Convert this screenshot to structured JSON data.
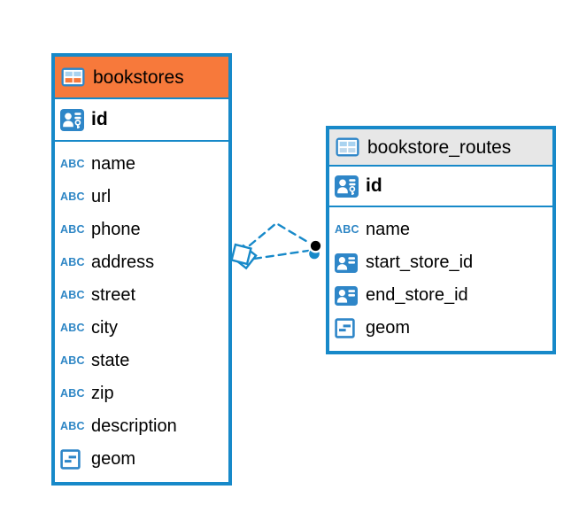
{
  "app": {
    "type": "er-diagram"
  },
  "colors": {
    "table_border": "#1789C9",
    "header_bookstores": "#F7793B",
    "header_routes": "#E7E7E7",
    "icon_blue": "#2E86C8",
    "icon_light_blue": "#A9D3F0",
    "connector": "#1789C9",
    "marker_dot": "#000000",
    "background": "#FFFFFF",
    "text": "#000000"
  },
  "icons": {
    "text_type_label": "ABC"
  },
  "tables": [
    {
      "title": "bookstores",
      "header_color": "#F7793B",
      "primary_key": {
        "name": "id"
      },
      "columns": [
        {
          "name": "name",
          "type": "text"
        },
        {
          "name": "url",
          "type": "text"
        },
        {
          "name": "phone",
          "type": "text"
        },
        {
          "name": "address",
          "type": "text"
        },
        {
          "name": "street",
          "type": "text"
        },
        {
          "name": "city",
          "type": "text"
        },
        {
          "name": "state",
          "type": "text"
        },
        {
          "name": "zip",
          "type": "text"
        },
        {
          "name": "description",
          "type": "text"
        },
        {
          "name": "geom",
          "type": "geometry"
        }
      ]
    },
    {
      "title": "bookstore_routes",
      "header_color": "#E7E7E7",
      "primary_key": {
        "name": "id"
      },
      "columns": [
        {
          "name": "name",
          "type": "text"
        },
        {
          "name": "start_store_id",
          "type": "reference"
        },
        {
          "name": "end_store_id",
          "type": "reference"
        },
        {
          "name": "geom",
          "type": "geometry"
        }
      ]
    }
  ],
  "relationship": {
    "connects": [
      "bookstores",
      "bookstore_routes"
    ],
    "line_style": "dashed",
    "line_count": 2,
    "color": "#1789C9"
  }
}
